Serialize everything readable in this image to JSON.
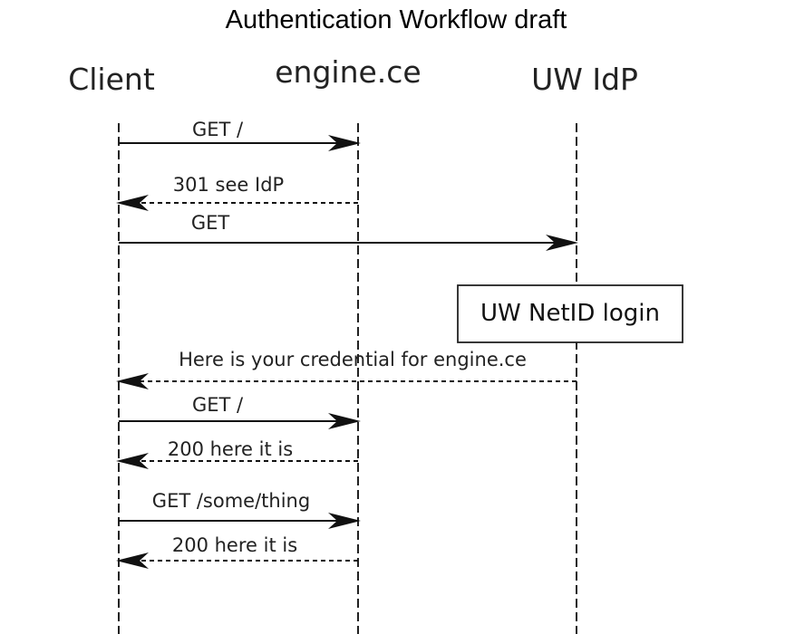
{
  "title": "Authentication Workflow draft",
  "participants": [
    {
      "id": "client",
      "label": "Client"
    },
    {
      "id": "engine",
      "label": "engine.ce"
    },
    {
      "id": "idp",
      "label": "UW IdP"
    }
  ],
  "messages": [
    {
      "from": "client",
      "to": "engine",
      "label": "GET /",
      "style": "solid"
    },
    {
      "from": "engine",
      "to": "client",
      "label": "301 see IdP",
      "style": "dashed"
    },
    {
      "from": "client",
      "to": "idp",
      "label": "GET",
      "style": "solid"
    },
    {
      "from": "idp",
      "to": "client",
      "label": "Here is your credential for engine.ce",
      "style": "dashed"
    },
    {
      "from": "client",
      "to": "engine",
      "label": "GET /",
      "style": "solid"
    },
    {
      "from": "engine",
      "to": "client",
      "label": "200 here it is",
      "style": "dashed"
    },
    {
      "from": "client",
      "to": "engine",
      "label": "GET /some/thing",
      "style": "solid"
    },
    {
      "from": "engine",
      "to": "client",
      "label": "200 here it is",
      "style": "dashed"
    }
  ],
  "note": {
    "participant": "idp",
    "text": "UW NetID login"
  }
}
